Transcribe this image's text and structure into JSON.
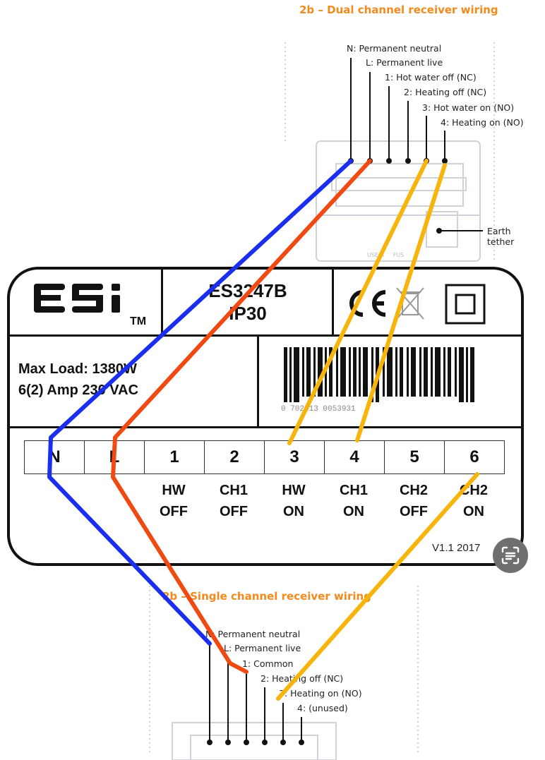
{
  "top_diagram": {
    "title": "2b – Dual channel receiver wiring",
    "terminals": [
      {
        "label": "N: Permanent neutral"
      },
      {
        "label": "L: Permanent live"
      },
      {
        "label": "1: Hot water off (NC)"
      },
      {
        "label": "2: Heating off (NC)"
      },
      {
        "label": "3: Hot water on (NO)"
      },
      {
        "label": "4: Heating on (NO)"
      }
    ],
    "earth_label_line1": "Earth",
    "earth_label_line2": "tether"
  },
  "panel": {
    "brand": "ESi",
    "trademark": "TM",
    "model_line1": "ES3247B",
    "model_line2": "IP30",
    "ce_mark": "CE",
    "max_load": "Max Load: 1380W",
    "rating": "6(2) Amp 230 VAC",
    "barcode_digits": "0   702813   0053931",
    "terminal_block": [
      {
        "num": "N",
        "func1": "",
        "func2": ""
      },
      {
        "num": "L",
        "func1": "",
        "func2": ""
      },
      {
        "num": "1",
        "func1": "HW",
        "func2": "OFF"
      },
      {
        "num": "2",
        "func1": "CH1",
        "func2": "OFF"
      },
      {
        "num": "3",
        "func1": "HW",
        "func2": "ON"
      },
      {
        "num": "4",
        "func1": "CH1",
        "func2": "ON"
      },
      {
        "num": "5",
        "func1": "CH2",
        "func2": "OFF"
      },
      {
        "num": "6",
        "func1": "CH2",
        "func2": "ON"
      }
    ],
    "version": "V1.1 2017"
  },
  "bottom_diagram": {
    "title": "2b – Single channel receiver wiring",
    "terminals": [
      {
        "label": "N: Permanent neutral"
      },
      {
        "label": "L: Permanent live"
      },
      {
        "label": "1: Common"
      },
      {
        "label": "2: Heating off (NC)"
      },
      {
        "label": "3: Heating on (NO)"
      },
      {
        "label": "4: (unused)"
      }
    ]
  },
  "wire_colors": {
    "neutral": "#1a2ef0",
    "live": "#f04a12",
    "switched": "#f7b40c"
  },
  "icons": {
    "floating_button": "text-scan-icon"
  }
}
